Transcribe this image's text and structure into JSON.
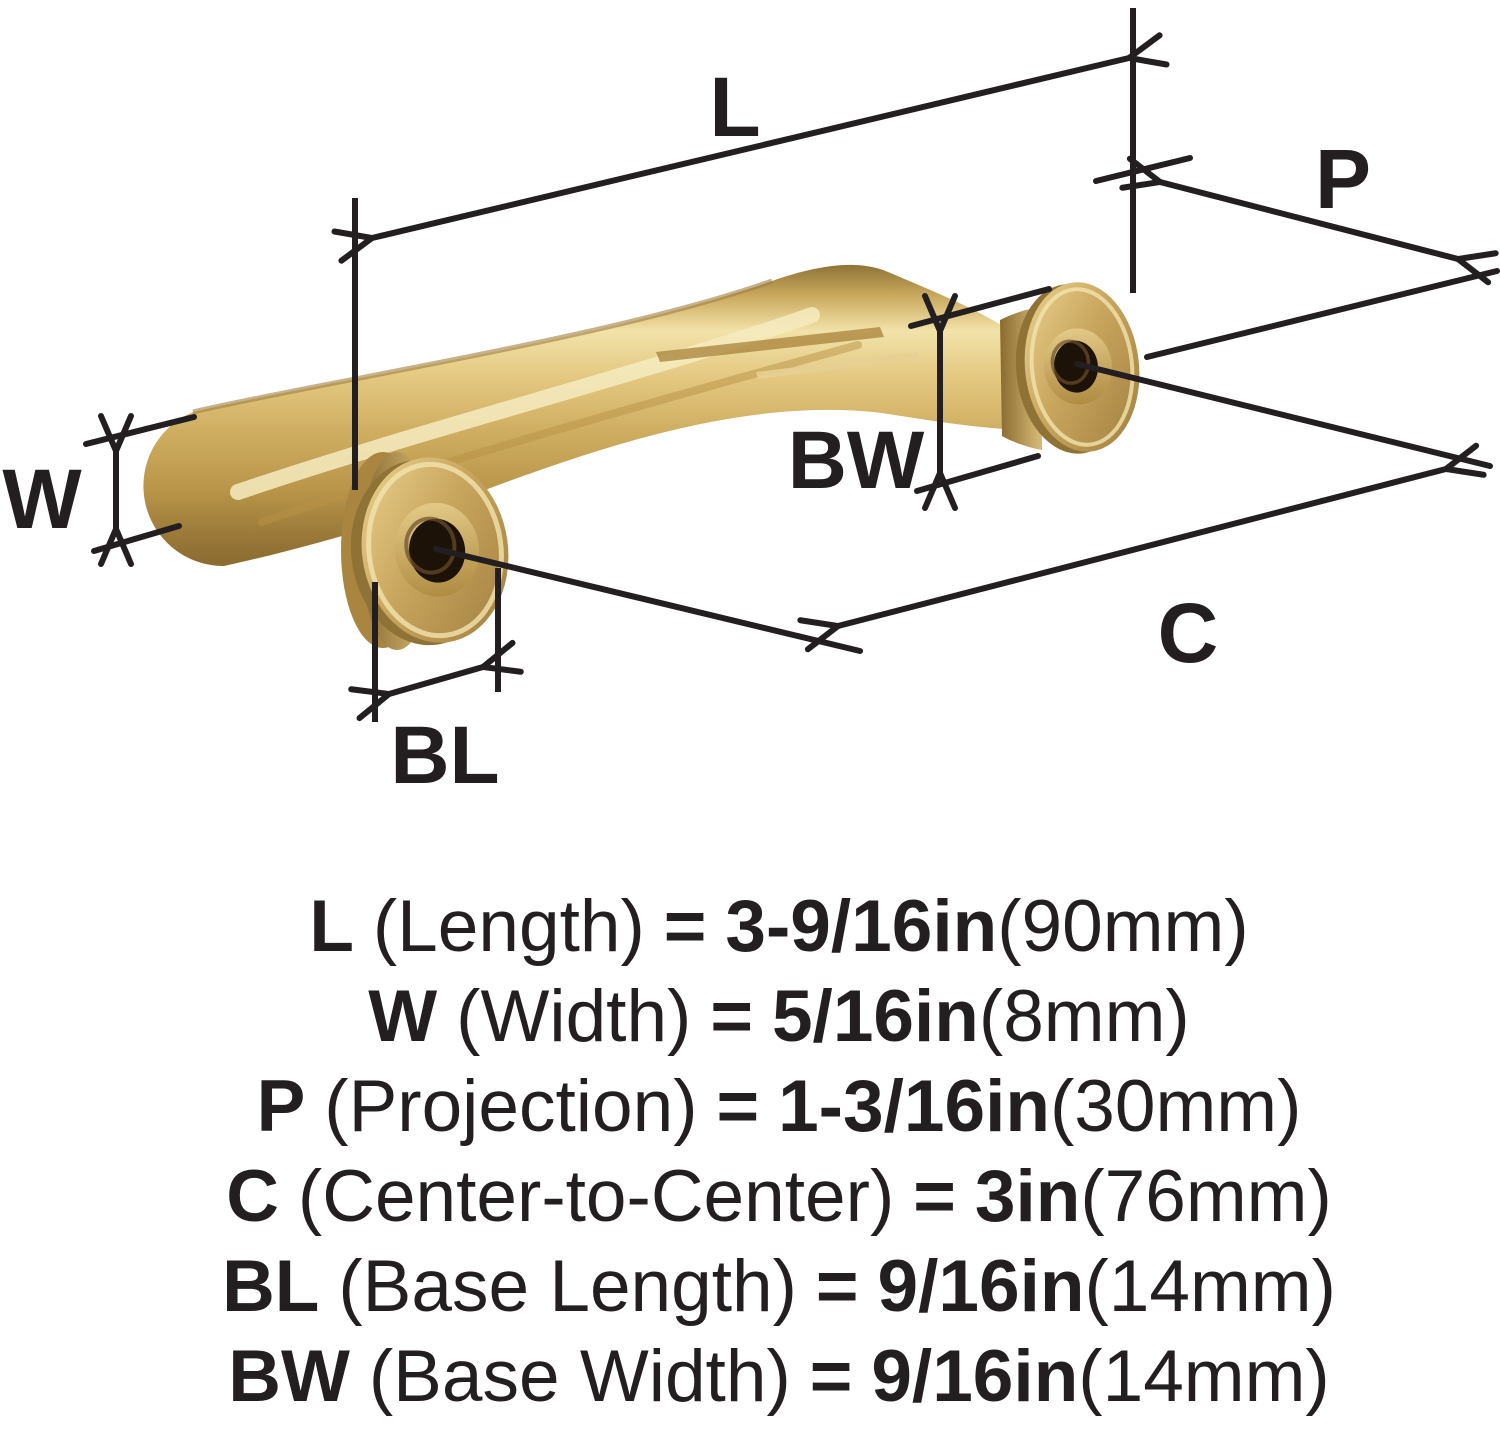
{
  "colors": {
    "line": "#231f20",
    "text": "#231f20",
    "gold_light": "#F2E2A9",
    "gold_mid": "#C9A65E",
    "gold_dark": "#8A6B30",
    "hole": "#1C1208",
    "background": "#ffffff"
  },
  "diagram": {
    "dim_labels": {
      "L": "L",
      "P": "P",
      "C": "C",
      "W": "W",
      "BW": "BW",
      "BL": "BL"
    }
  },
  "legend": {
    "rows": [
      {
        "abbr": "L",
        "name": "(Length)",
        "eq": "=",
        "value": "3-9/16in",
        "metric": "(90mm)"
      },
      {
        "abbr": "W",
        "name": "(Width)",
        "eq": "=",
        "value": "5/16in",
        "metric": "(8mm)"
      },
      {
        "abbr": "P",
        "name": "(Projection)",
        "eq": "=",
        "value": "1-3/16in",
        "metric": "(30mm)"
      },
      {
        "abbr": "C",
        "name": "(Center-to-Center)",
        "eq": "=",
        "value": "3in",
        "metric": "(76mm)"
      },
      {
        "abbr": "BL",
        "name": "(Base Length)",
        "eq": "=",
        "value": "9/16in",
        "metric": "(14mm)"
      },
      {
        "abbr": "BW",
        "name": "(Base Width)",
        "eq": "=",
        "value": "9/16in",
        "metric": "(14mm)"
      }
    ]
  }
}
